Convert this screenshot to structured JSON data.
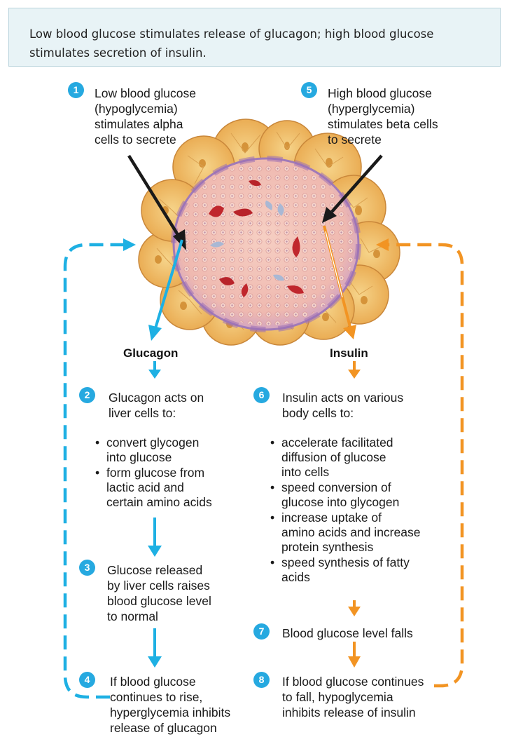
{
  "caption": "Low blood glucose stimulates release of glucagon; high blood glucose stimulates secretion of insulin.",
  "colors": {
    "glucagon_path": "#1eb0e3",
    "insulin_path": "#f29423",
    "step_badge": "#26a9e0",
    "trigger_arrow": "#1a1a1a",
    "caption_background": "#e8f3f6"
  },
  "icons": [
    "pancreatic-islet-illustration"
  ],
  "steps": {
    "s1": {
      "number": "1",
      "lines": [
        "Low blood glucose",
        "(hypoglycemia)",
        "stimulates alpha",
        "cells to secrete"
      ]
    },
    "s5": {
      "number": "5",
      "lines": [
        "High blood glucose",
        "(hyperglycemia)",
        "stimulates beta cells",
        "to secrete"
      ]
    },
    "glucagon_label": "Glucagon",
    "insulin_label": "Insulin",
    "s2": {
      "number": "2",
      "lines": [
        "Glucagon acts on",
        "liver cells to:"
      ],
      "bullets": [
        [
          "convert glycogen",
          "into glucose"
        ],
        [
          "form glucose from",
          "lactic acid and",
          "certain amino acids"
        ]
      ]
    },
    "s6": {
      "number": "6",
      "lines": [
        "Insulin acts on various",
        "body cells to:"
      ],
      "bullets": [
        [
          "accelerate facilitated",
          "diffusion of glucose",
          "into cells"
        ],
        [
          "speed conversion of",
          "glucose into glycogen"
        ],
        [
          "increase uptake of",
          "amino acids and increase",
          "protein synthesis"
        ],
        [
          "speed synthesis of fatty",
          "acids"
        ]
      ]
    },
    "s3": {
      "number": "3",
      "lines": [
        "Glucose released",
        "by liver cells raises",
        "blood glucose level",
        "to normal"
      ]
    },
    "s7": {
      "number": "7",
      "lines": [
        "Blood glucose level falls"
      ]
    },
    "s4": {
      "number": "4",
      "lines": [
        "If blood glucose",
        "continues to rise,",
        "hyperglycemia inhibits",
        "release of glucagon"
      ]
    },
    "s8": {
      "number": "8",
      "lines": [
        "If blood glucose continues",
        "to fall, hypoglycemia",
        "inhibits release of insulin"
      ]
    }
  }
}
